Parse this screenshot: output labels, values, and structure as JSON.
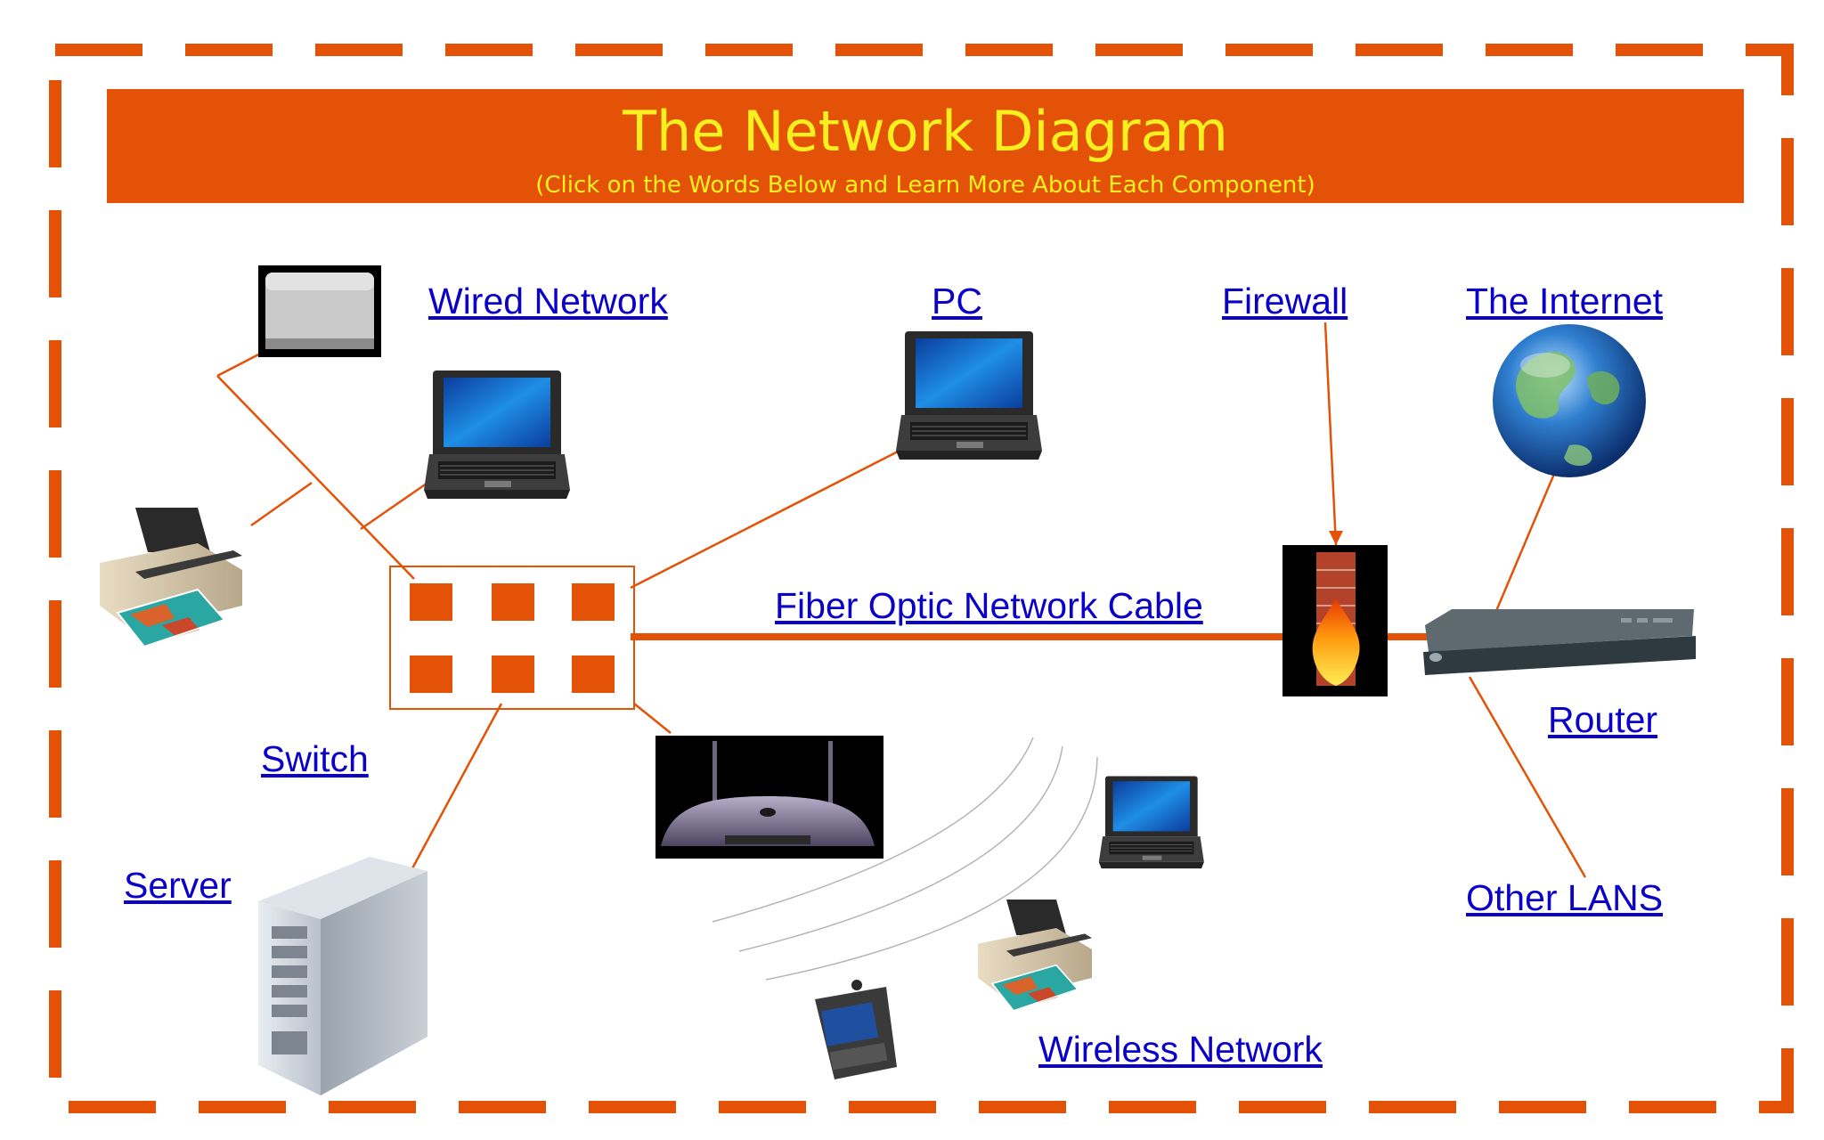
{
  "header": {
    "title": "The Network Diagram",
    "subtitle": "(Click on the Words Below and Learn More About Each Component)"
  },
  "links": {
    "wired_network": "Wired Network",
    "pc": "PC",
    "firewall": "Firewall",
    "the_internet": "The Internet",
    "fiber_optic": "Fiber Optic Network Cable",
    "switch": "Switch",
    "router": "Router",
    "server": "Server",
    "other_lans": "Other LANS",
    "wireless_network": "Wireless Network"
  },
  "colors": {
    "accent": "#e35206",
    "title_text": "#f7f01e",
    "link": "#0a00c8",
    "background": "#ffffff"
  },
  "icons": [
    "modem-icon",
    "laptop-icon",
    "printer-icon",
    "switch-icon",
    "server-icon",
    "wireless-access-point-icon",
    "globe-icon",
    "firewall-icon",
    "router-icon",
    "pda-icon"
  ]
}
